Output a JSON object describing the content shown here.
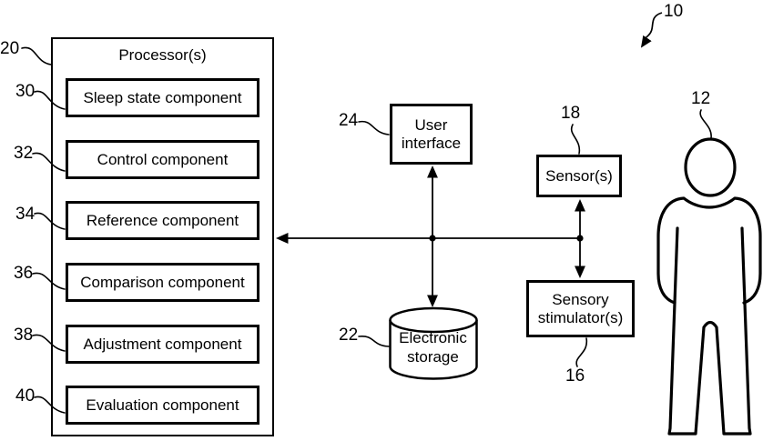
{
  "figure": {
    "system_ref": "10",
    "processor": {
      "ref": "20",
      "title": "Processor(s)",
      "components": [
        {
          "ref": "30",
          "label": "Sleep state component"
        },
        {
          "ref": "32",
          "label": "Control component"
        },
        {
          "ref": "34",
          "label": "Reference component"
        },
        {
          "ref": "36",
          "label": "Comparison component"
        },
        {
          "ref": "38",
          "label": "Adjustment component"
        },
        {
          "ref": "40",
          "label": "Evaluation component"
        }
      ]
    },
    "user_interface": {
      "ref": "24",
      "label": "User\ninterface"
    },
    "electronic_storage": {
      "ref": "22",
      "label": "Electronic\nstorage"
    },
    "sensors": {
      "ref": "18",
      "label": "Sensor(s)"
    },
    "sensory_stimulators": {
      "ref": "16",
      "label": "Sensory\nstimulator(s)"
    },
    "subject": {
      "ref": "12",
      "icon": "person-figure"
    },
    "colors": {
      "line": "#000000",
      "background": "#ffffff"
    }
  }
}
